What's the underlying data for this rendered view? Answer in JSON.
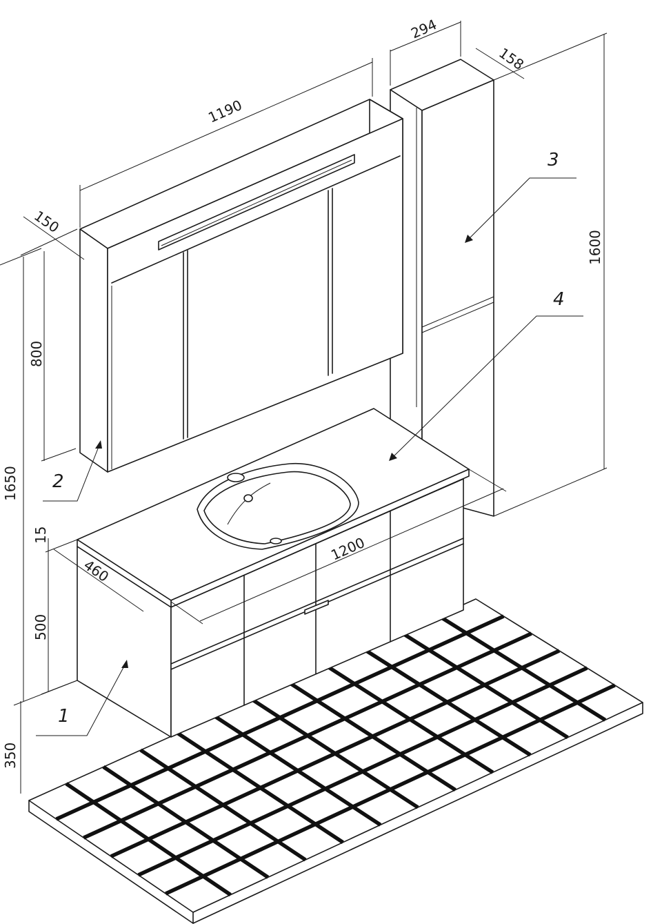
{
  "dimensions": {
    "mirror_width": "1190",
    "mirror_depth": "150",
    "column_width": "294",
    "column_depth": "158",
    "column_height": "1600",
    "mirror_height": "800",
    "total_height": "1650",
    "top_thickness": "15",
    "vanity_height": "500",
    "vanity_depth": "460",
    "vanity_width": "1200",
    "floor_clearance": "350"
  },
  "callouts": {
    "vanity": "1",
    "mirror_cabinet": "2",
    "tall_column": "3",
    "countertop_basin": "4"
  }
}
